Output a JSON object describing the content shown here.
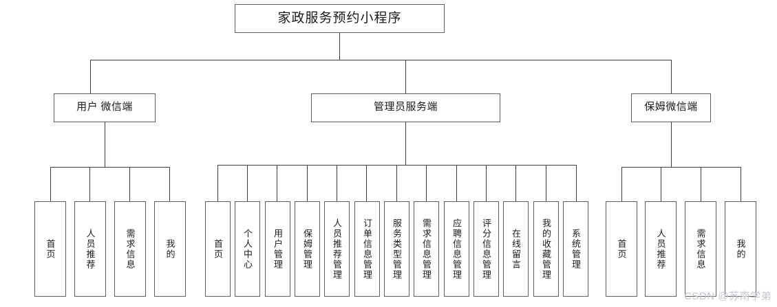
{
  "diagram": {
    "type": "tree-structure-diagram",
    "root": {
      "label": "家政服务预约小程序"
    },
    "branches": [
      {
        "id": "user-wechat",
        "label": "用户 微信端",
        "leaves": [
          {
            "label": "首页"
          },
          {
            "label": "人员推荐"
          },
          {
            "label": "需求信息"
          },
          {
            "label": "我的"
          }
        ]
      },
      {
        "id": "admin-service",
        "label": "管理员服务端",
        "leaves": [
          {
            "label": "首页"
          },
          {
            "label": "个人中心"
          },
          {
            "label": "用户管理"
          },
          {
            "label": "保姆管理"
          },
          {
            "label": "人员推荐管理"
          },
          {
            "label": "订单信息管理"
          },
          {
            "label": "服务类型管理"
          },
          {
            "label": "需求信息管理"
          },
          {
            "label": "应聘信息管理"
          },
          {
            "label": "评分信息管理"
          },
          {
            "label": "在线留言"
          },
          {
            "label": "我的收藏管理"
          },
          {
            "label": "系统管理"
          }
        ]
      },
      {
        "id": "nanny-wechat",
        "label": "保姆微信端",
        "leaves": [
          {
            "label": "首页"
          },
          {
            "label": "人员推荐"
          },
          {
            "label": "需求信息"
          },
          {
            "label": "我的"
          }
        ]
      }
    ]
  },
  "watermark": {
    "text": "CSDN @苏南学弟"
  },
  "colors": {
    "box_border": "#5a5f66",
    "line": "#3a3d42",
    "background": "#ffffff",
    "text": "#1a1a1a",
    "watermark": "#c2c6cc"
  }
}
